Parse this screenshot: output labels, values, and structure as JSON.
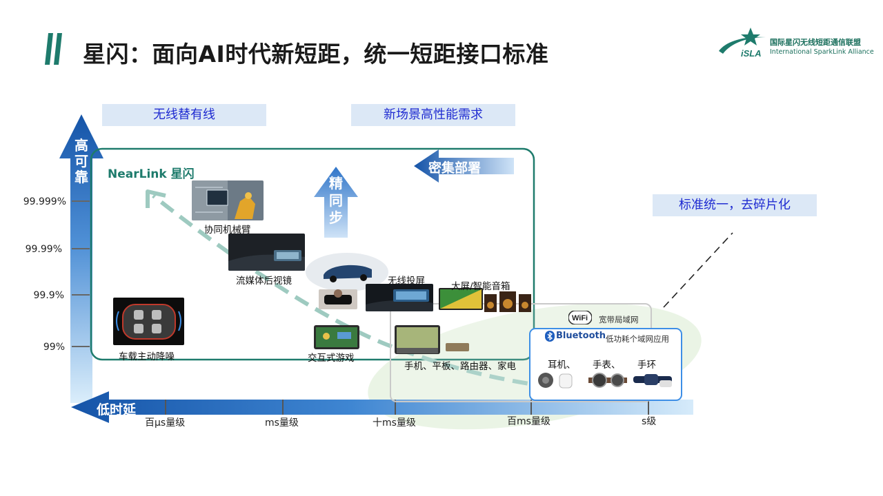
{
  "header": {
    "title": "星闪：面向AI时代新短距，统一短距接口标准",
    "logo_cn": "国际星闪无线短距通信联盟",
    "logo_en": "International SparkLink Alliance",
    "logo_mark": "iSLA"
  },
  "categories": {
    "wired_replacement": "无线替有线",
    "new_scenarios": "新场景高性能需求",
    "standardization": "标准统一，去碎片化"
  },
  "axes": {
    "y_title": "高可靠",
    "y_ticks": [
      "99.999%",
      "99.99%",
      "99.9%",
      "99%"
    ],
    "x_title": "低时延",
    "x_ticks": [
      "百μs量级",
      "ms量级",
      "十ms量级",
      "百ms量级",
      "s级"
    ]
  },
  "nearlink": {
    "label": "NearLink 星闪",
    "dense_label": "密集部署",
    "sync_label": "精同步"
  },
  "scenarios": {
    "robot_arm": "协同机械臂",
    "rear_mirror": "流媒体后视镜",
    "anc": "车载主动降噪",
    "projection": "无线投屏",
    "game": "交互式游戏",
    "speaker": "大屏/智能音箱"
  },
  "wifi": {
    "label": "宽带局域网",
    "logo": "WiFi",
    "devices": "手机、平板、路由器、家电"
  },
  "bluetooth": {
    "logo": "Bluetooth",
    "label": "低功耗个域网应用",
    "devices": [
      "耳机、",
      "手表、",
      "手环"
    ]
  },
  "colors": {
    "accent_green": "#1e7b6c",
    "axis_blue": "#1d5bb5",
    "category_text": "#1f2bd1",
    "category_bg": "#dce8f6"
  }
}
